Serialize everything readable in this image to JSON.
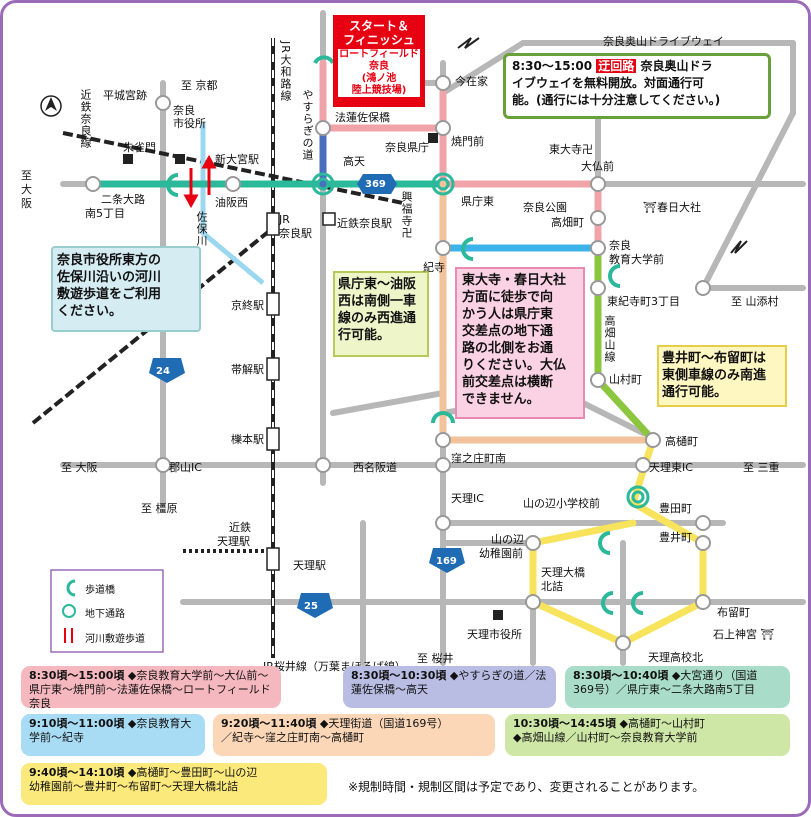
{
  "colors": {
    "pink": "#f0a3a8",
    "blue": "#3bb3e8",
    "teal": "#2bb89b",
    "tan": "#f2c39a",
    "yellow": "#f8e35c",
    "green": "#8cc63f",
    "navy": "#4a6fbf",
    "gray": "#b7b7b7",
    "frame": "#9b6bb8",
    "red": "#e60012"
  },
  "start": {
    "title": "スタート＆\nフィニッシュ",
    "venue": "ロートフィールド\n奈良\n(鴻ノ池\n陸上競技場)"
  },
  "notices": {
    "oku_title": "奈良奥山ドライブウェイ",
    "oku_time": "8:30～15:00",
    "oku_tag": "迂回路",
    "oku_text_a": "奈良奥山ドラ",
    "oku_text_b": "イブウェイを無料開放。対面通行可",
    "oku_text_c": "能。(通行には十分注意してください。)",
    "river": "奈良市役所東方の\n佐保川沿いの河川\n敷遊歩道をご利用\nください。",
    "kencho": "県庁東～油阪\n西は南側一車\n線のみ西進通\n行可能。",
    "todaiji": "東大寺・春日大社\n方面に徒歩で向\nかう人は県庁東\n交差点の地下通\n路の北側をお通\nりください。大仏\n前交差点は横断\nできません。",
    "toyoi": "豊井町～布留町は\n東側車線のみ南進\n通行可能。"
  },
  "places": [
    {
      "t": "平城宮跡"
    },
    {
      "t": "至 京都"
    },
    {
      "t": "奈良"
    },
    {
      "t": "市役所"
    },
    {
      "t": "朱雀門"
    },
    {
      "t": "新大宮駅"
    },
    {
      "t": "至"
    },
    {
      "t": "大"
    },
    {
      "t": "阪"
    },
    {
      "t": "二条大路"
    },
    {
      "t": "南5丁目"
    },
    {
      "t": "油阪西"
    },
    {
      "t": "JR"
    },
    {
      "t": "奈良駅"
    },
    {
      "t": "近鉄奈良駅"
    },
    {
      "t": "高天"
    },
    {
      "t": "奈良県庁"
    },
    {
      "t": "法蓮佐保橋"
    },
    {
      "t": "焼門前"
    },
    {
      "t": "今在家"
    },
    {
      "t": "県庁東"
    },
    {
      "t": "東大寺卍"
    },
    {
      "t": "大仏前"
    },
    {
      "t": "奈良公園"
    },
    {
      "t": "高畑町"
    },
    {
      "t": "⛩春日大社"
    },
    {
      "t": "奈良"
    },
    {
      "t": "教育大学前"
    },
    {
      "t": "紀寺"
    },
    {
      "t": "東紀寺町3丁目"
    },
    {
      "t": "至 山添村"
    },
    {
      "t": "山村町"
    },
    {
      "t": "京終駅"
    },
    {
      "t": "帯解駅"
    },
    {
      "t": "櫟本駅"
    },
    {
      "t": "高樋町"
    },
    {
      "t": "至 大阪"
    },
    {
      "t": "郡山IC"
    },
    {
      "t": "西名阪道"
    },
    {
      "t": "天理東IC"
    },
    {
      "t": "至 三重"
    },
    {
      "t": "至 橿原"
    },
    {
      "t": "天理IC"
    },
    {
      "t": "山の辺小学校前"
    },
    {
      "t": "豊田町"
    },
    {
      "t": "近鉄"
    },
    {
      "t": "天理駅"
    },
    {
      "t": "天理駅"
    },
    {
      "t": "山の辺"
    },
    {
      "t": "幼稚園前"
    },
    {
      "t": "豊井町"
    },
    {
      "t": "天理大橋"
    },
    {
      "t": "北詰"
    },
    {
      "t": "布留町"
    },
    {
      "t": "石上神宮 ⛩"
    },
    {
      "t": "天理市役所"
    },
    {
      "t": "至 桜井"
    },
    {
      "t": "天理高校北"
    },
    {
      "t": "JR桜井線（万葉まほろば線）"
    },
    {
      "t": "窪之庄町南"
    },
    {
      "t": "369"
    },
    {
      "t": "24"
    },
    {
      "t": "169"
    },
    {
      "t": "25"
    }
  ],
  "vplaces": [
    {
      "t": "近鉄奈良線"
    },
    {
      "t": "JR大和路線"
    },
    {
      "t": "やすらぎの道"
    },
    {
      "t": "興福寺卍"
    },
    {
      "t": "佐保川"
    },
    {
      "t": "高畑山線"
    }
  ],
  "compass": "N",
  "legend": [
    {
      "label": "歩道橋",
      "icon": "footbridge-icon"
    },
    {
      "label": "地下通路",
      "icon": "underpass-icon"
    },
    {
      "label": "河川敷遊歩道",
      "icon": "river-walkway-icon"
    }
  ],
  "schedule": [
    {
      "time": "8:30頃～15:00頃",
      "desc": "◆奈良教育大学前～大仏前～\n県庁東～焼門前～法蓮佐保橋～ロートフィールド奈良",
      "color": "#f6b8bf"
    },
    {
      "time": "8:30頃～10:30頃",
      "desc": "◆やすらぎの道／法蓮佐保橋～高天",
      "color": "#b9bde3"
    },
    {
      "time": "8:30頃～10:40頃",
      "desc": "◆大宮通り（国道\n369号）／県庁東～二条大路南5丁目",
      "color": "#a9ddc9"
    },
    {
      "time": "9:10頃～11:00頃",
      "desc": "◆奈良教育大学前～紀寺",
      "color": "#a8dcf4"
    },
    {
      "time": "9:20頃～11:40頃",
      "desc": "◆天理街道（国道169号）\n／紀寺～窪之庄町南～高樋町",
      "color": "#fbd7b8"
    },
    {
      "time": "10:30頃～14:45頃",
      "desc": "◆高樋町～山村町\n◆高畑山線／山村町～奈良教育大学前",
      "color": "#cfe7a6"
    },
    {
      "time": "9:40頃～14:10頃",
      "desc": "◆高樋町～豊田町～山の辺\n幼稚園前～豊井町～布留町～天理大橋北詰",
      "color": "#fbe97c"
    }
  ],
  "footnote": "※規制時間・規制区間は予定であり、変更されることがあります。"
}
